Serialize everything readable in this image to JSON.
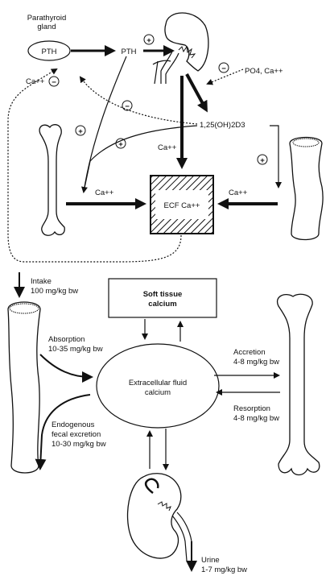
{
  "top": {
    "gland_title_line1": "Parathyroid",
    "gland_title_line2": "gland",
    "pth_in_gland": "PTH",
    "pth_free": "PTH",
    "ca_feedback": "Ca++",
    "po4_ca": "PO4, Ca++",
    "vitd": "1,25(OH)2D3",
    "ca_kidney": "Ca++",
    "ca_left": "Ca++",
    "ca_right": "Ca++",
    "ecf_box": "ECF Ca++",
    "plus": "+",
    "minus": "−"
  },
  "bottom": {
    "intake_line1": "Intake",
    "intake_line2": "100 mg/kg bw",
    "soft_tissue_line1": "Soft tissue",
    "soft_tissue_line2": "calcium",
    "absorption_line1": "Absorption",
    "absorption_line2": "10-35 mg/kg bw",
    "ecf_line1": "Extracellular fluid",
    "ecf_line2": "calcium",
    "accretion_line1": "Accretion",
    "accretion_line2": "4-8 mg/kg bw",
    "resorption_line1": "Resorption",
    "resorption_line2": "4-8 mg/kg bw",
    "endo_line1": "Endogenous",
    "endo_line2": "fecal excretion",
    "endo_line3": "10-30 mg/kg bw",
    "urine_line1": "Urine",
    "urine_line2": "1-7 mg/kg bw"
  }
}
